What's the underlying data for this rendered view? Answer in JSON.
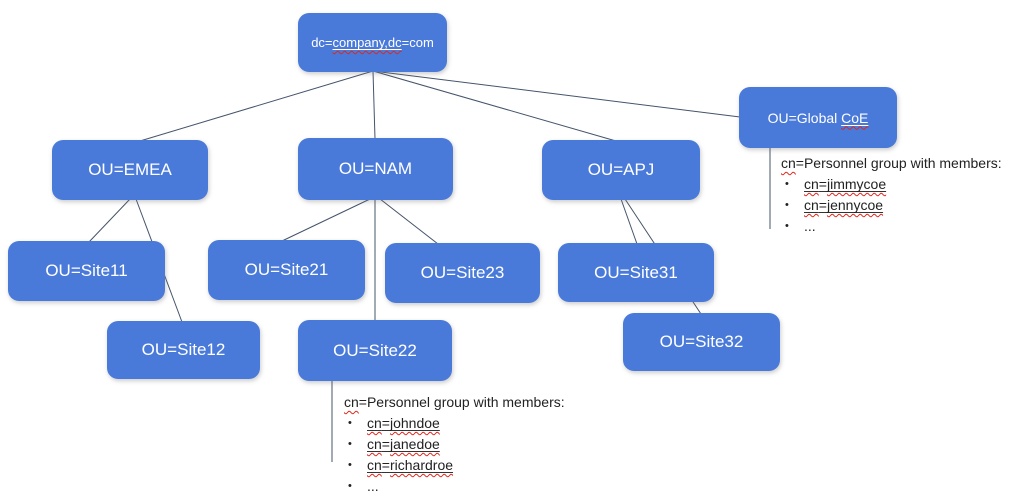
{
  "colors": {
    "node_fill": "#4A7AD9",
    "node_text": "#FFFFFF",
    "edge_line": "#44546A",
    "annotation_text": "#222222",
    "spellcheck_red": "#E0251B"
  },
  "nodes": {
    "root": {
      "label": "dc=company,dc=com",
      "label_pre": "dc=",
      "label_marked": "company,dc",
      "label_post": "=com"
    },
    "emea": {
      "label": "OU=EMEA"
    },
    "nam": {
      "label": "OU=NAM"
    },
    "apj": {
      "label": "OU=APJ"
    },
    "global_coe": {
      "label": "OU=Global CoE",
      "label_pre": "OU=Global ",
      "label_marked": "CoE"
    },
    "site11": {
      "label": "OU=Site11"
    },
    "site12": {
      "label": "OU=Site12"
    },
    "site21": {
      "label": "OU=Site21"
    },
    "site22": {
      "label": "OU=Site22"
    },
    "site23": {
      "label": "OU=Site23"
    },
    "site31": {
      "label": "OU=Site31"
    },
    "site32": {
      "label": "OU=Site32"
    }
  },
  "edges": [
    {
      "from": "root",
      "to": "emea"
    },
    {
      "from": "root",
      "to": "nam"
    },
    {
      "from": "root",
      "to": "apj"
    },
    {
      "from": "root",
      "to": "global_coe"
    },
    {
      "from": "emea",
      "to": "site11"
    },
    {
      "from": "emea",
      "to": "site12"
    },
    {
      "from": "nam",
      "to": "site21"
    },
    {
      "from": "nam",
      "to": "site22"
    },
    {
      "from": "nam",
      "to": "site23"
    },
    {
      "from": "apj",
      "to": "site31"
    },
    {
      "from": "apj",
      "to": "site32"
    },
    {
      "from": "site22",
      "to": "site22_annotation"
    },
    {
      "from": "global_coe",
      "to": "global_coe_annotation"
    }
  ],
  "annotations": {
    "site22": {
      "heading_marked": "cn",
      "heading_rest": "=Personnel group with members:",
      "members": [
        "cn=johndoe",
        "cn=janedoe",
        "cn=richardroe"
      ],
      "more": "..."
    },
    "global_coe": {
      "heading_marked": "cn",
      "heading_rest": "=Personnel group with members:",
      "members": [
        "cn=jimmycoe",
        "cn=jennycoe"
      ],
      "more": "..."
    }
  }
}
